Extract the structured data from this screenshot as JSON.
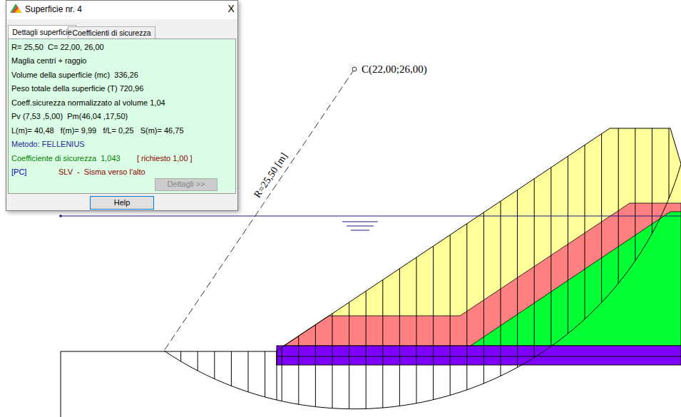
{
  "diagram": {
    "nodes": [
      {
        "text": [
          "Superficie nr. 4"
        ]
      },
      {
        "text": [
          "Dettagli superficie"
        ],
        "in": 0
      },
      {
        "text": [
          "Coefficienti di sicurezza"
        ],
        "in": 0
      },
      {
        "text": [
          "R= 25,50  C= 22,00, 26,00",
          "Maglia centri + raggio",
          "Volume della superficie (mc)  336,26",
          "Peso totale della superficie (T) 720,96",
          "Coeff.sicurezza normalizzato al volume 1,04",
          "Pv (7,53 ,5,00)  Pm(46,04 ,17,50)",
          "L(m)= 40,48   f(m)= 9,99   f/L= 0,25   S(m)= 46,75",
          "Metodo: FELLENIUS",
          "Coefficiente di sicurezza  1,043",
          "[ richiesto 1,00 ]",
          "[PC]",
          "SLV  -  Sisma verso l'alto"
        ],
        "in": 0
      },
      {
        "text": [
          "Dettagli >>"
        ],
        "in": 3
      },
      {
        "text": [
          "Help"
        ],
        "in": 0
      }
    ],
    "labels": [
      "X",
      "C(22,00;26,00)",
      "R=25,50 [m]"
    ]
  }
}
